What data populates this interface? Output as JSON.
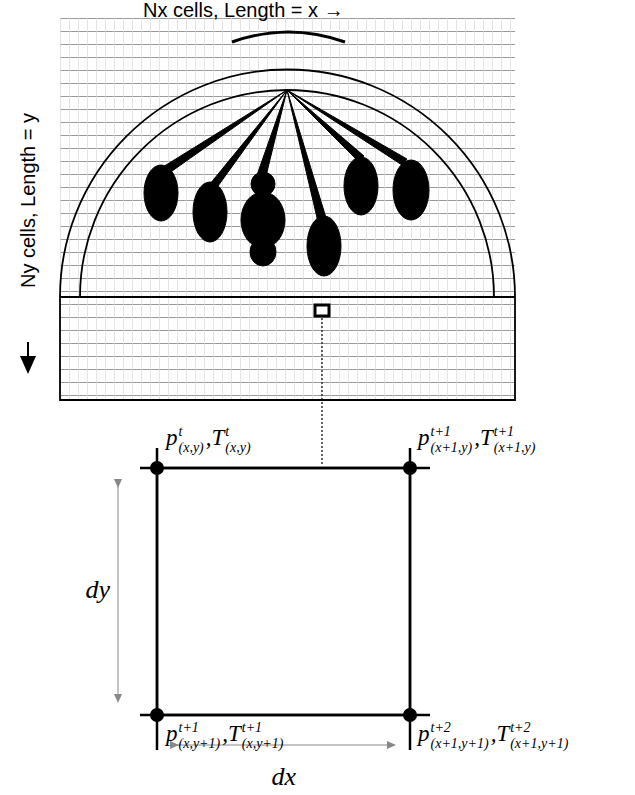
{
  "diagram": {
    "labels": [
      "Nx cells, Length = x →",
      "Ny cells, Length = y",
      "p",
      "t",
      "(x,y)",
      ",",
      "T",
      "t",
      "(x,y)",
      "p",
      "t+1",
      "(x+1,y)",
      ",",
      "T",
      "t+1",
      "(x+1,y)",
      "p",
      "t+1",
      "(x,y+1)",
      ",",
      "T",
      "t+1",
      "(x,y+1)",
      "p",
      "t+2",
      "(x+1,y+1)",
      ",",
      "T",
      "t+2",
      "(x+1,y+1)",
      "dy",
      "dx"
    ]
  }
}
